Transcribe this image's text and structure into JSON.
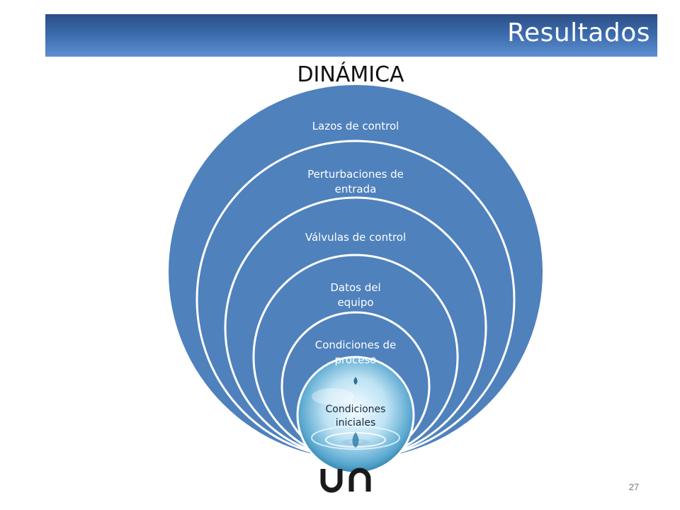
{
  "header": {
    "title": "Resultados"
  },
  "slide": {
    "subtitle": "DINÁMICA",
    "page_number": "27"
  },
  "diagram": {
    "rings": [
      {
        "label": "Lazos de control"
      },
      {
        "label": "Perturbaciones de entrada"
      },
      {
        "label": "Válvulas de control"
      },
      {
        "label": "Datos del equipo"
      },
      {
        "label": "Condiciones de proceso"
      },
      {
        "label": "Condiciones iniciales"
      }
    ],
    "colors": {
      "ring_fill": "#4f81bd",
      "ring_stroke": "#ffffff",
      "header_bar": "#3a69aa"
    }
  },
  "logo": {
    "name": "un-logo",
    "text": "un"
  }
}
